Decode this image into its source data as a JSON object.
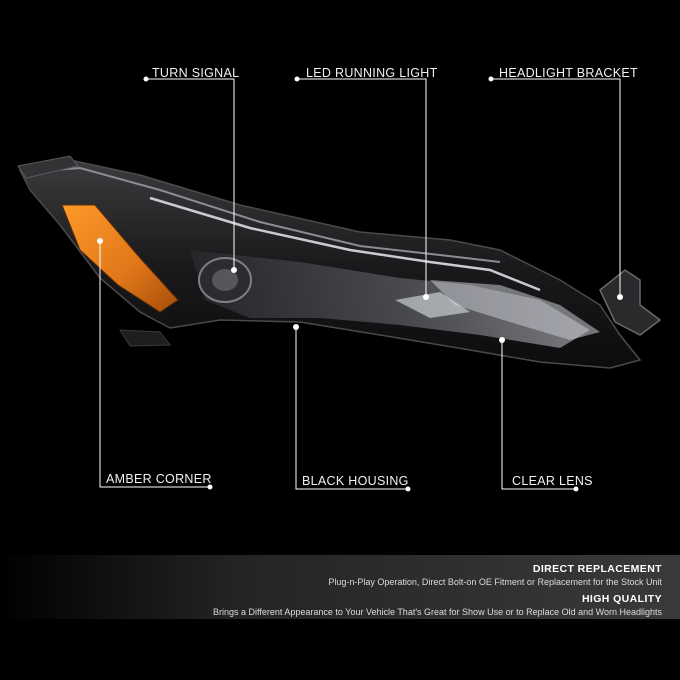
{
  "callouts": {
    "turn_signal": "TURN SIGNAL",
    "led_running_light": "LED RUNNING LIGHT",
    "headlight_bracket": "HEADLIGHT BRACKET",
    "amber_corner": "AMBER CORNER",
    "black_housing": "BLACK HOUSING",
    "clear_lens": "CLEAR LENS"
  },
  "features": [
    {
      "title": "DIRECT REPLACEMENT",
      "description": "Plug-n-Play Operation, Direct Bolt-on OE Fitment or Replacement for the Stock Unit"
    },
    {
      "title": "HIGH QUALITY",
      "description": "Brings a Different Appearance to Your Vehicle That's Great for Show Use or to Replace Old and Worn Headlights"
    }
  ],
  "colors": {
    "background": "#000000",
    "amber": "#e0761a",
    "callout_line": "#ffffff",
    "panel": "#3a3a3a"
  }
}
